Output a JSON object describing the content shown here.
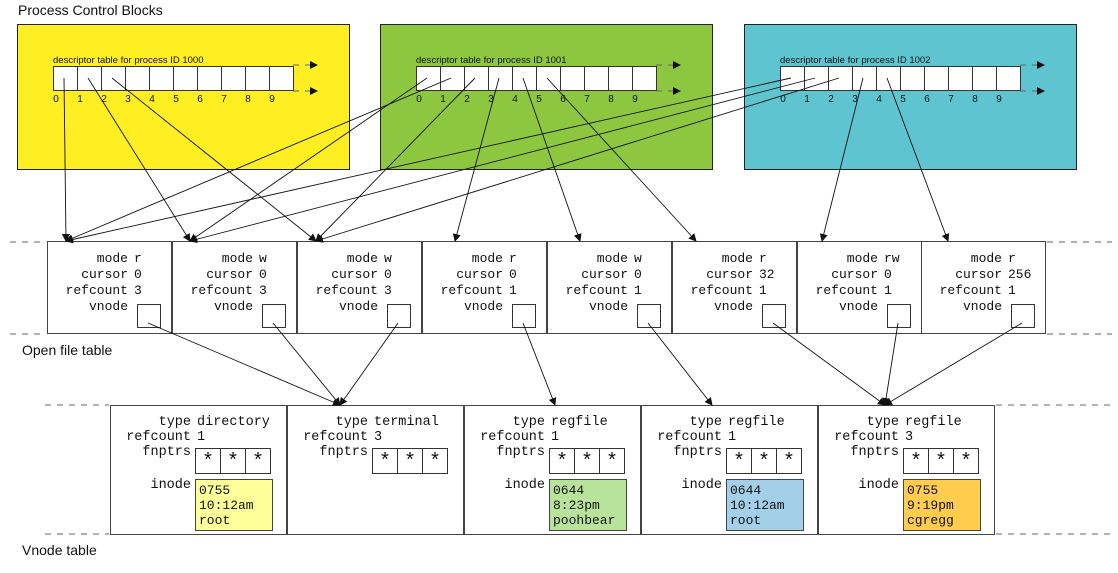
{
  "labels": {
    "pcb": "Process Control Blocks",
    "oft": "Open file table",
    "vnode": "Vnode table"
  },
  "colors": {
    "pcb": [
      "#ffee21",
      "#8dc63f",
      "#5ec4d0"
    ],
    "inode": [
      "#ffff99",
      "#b8e39a",
      "#a3cfe8",
      "#ffcc4d"
    ]
  },
  "pcbs": [
    {
      "title": "descriptor table for process ID 1000"
    },
    {
      "title": "descriptor table for process ID 1001"
    },
    {
      "title": "descriptor table for process ID 1002"
    }
  ],
  "indices": [
    "0",
    "1",
    "2",
    "3",
    "4",
    "5",
    "6",
    "7",
    "8",
    "9"
  ],
  "open_files": [
    {
      "mode_label": "mode",
      "mode": "r",
      "cursor_label": "cursor",
      "cursor": "0",
      "refcount_label": "refcount",
      "refcount": "3",
      "vnode_label": "vnode"
    },
    {
      "mode_label": "mode",
      "mode": "w",
      "cursor_label": "cursor",
      "cursor": "0",
      "refcount_label": "refcount",
      "refcount": "3",
      "vnode_label": "vnode"
    },
    {
      "mode_label": "mode",
      "mode": "w",
      "cursor_label": "cursor",
      "cursor": "0",
      "refcount_label": "refcount",
      "refcount": "3",
      "vnode_label": "vnode"
    },
    {
      "mode_label": "mode",
      "mode": "r",
      "cursor_label": "cursor",
      "cursor": "0",
      "refcount_label": "refcount",
      "refcount": "1",
      "vnode_label": "vnode"
    },
    {
      "mode_label": "mode",
      "mode": "w",
      "cursor_label": "cursor",
      "cursor": "0",
      "refcount_label": "refcount",
      "refcount": "1",
      "vnode_label": "vnode"
    },
    {
      "mode_label": "mode",
      "mode": "r",
      "cursor_label": "cursor",
      "cursor": "32",
      "refcount_label": "refcount",
      "refcount": "1",
      "vnode_label": "vnode"
    },
    {
      "mode_label": "mode",
      "mode": "rw",
      "cursor_label": "cursor",
      "cursor": "0",
      "refcount_label": "refcount",
      "refcount": "1",
      "vnode_label": "vnode"
    },
    {
      "mode_label": "mode",
      "mode": "r",
      "cursor_label": "cursor",
      "cursor": "256",
      "refcount_label": "refcount",
      "refcount": "1",
      "vnode_label": "vnode"
    }
  ],
  "vnodes": [
    {
      "type_label": "type",
      "type": "directory",
      "refcount_label": "refcount",
      "refcount": "1",
      "fnptrs_label": "fnptrs",
      "stars": [
        "*",
        "*",
        "*"
      ],
      "inode_label": "inode",
      "inode": [
        "0755",
        "10:12am",
        "root"
      ]
    },
    {
      "type_label": "type",
      "type": "terminal",
      "refcount_label": "refcount",
      "refcount": "3",
      "fnptrs_label": "fnptrs",
      "stars": [
        "*",
        "*",
        "*"
      ],
      "inode_label": "",
      "inode": []
    },
    {
      "type_label": "type",
      "type": "regfile",
      "refcount_label": "refcount",
      "refcount": "1",
      "fnptrs_label": "fnptrs",
      "stars": [
        "*",
        "*",
        "*"
      ],
      "inode_label": "inode",
      "inode": [
        "0644",
        "8:23pm",
        "poohbear"
      ]
    },
    {
      "type_label": "type",
      "type": "regfile",
      "refcount_label": "refcount",
      "refcount": "1",
      "fnptrs_label": "fnptrs",
      "stars": [
        "*",
        "*",
        "*"
      ],
      "inode_label": "inode",
      "inode": [
        "0644",
        "10:12am",
        "root"
      ]
    },
    {
      "type_label": "type",
      "type": "regfile",
      "refcount_label": "refcount",
      "refcount": "3",
      "fnptrs_label": "fnptrs",
      "stars": [
        "*",
        "*",
        "*"
      ],
      "inode_label": "inode",
      "inode": [
        "0755",
        "9:19pm",
        "cgregg"
      ]
    }
  ]
}
